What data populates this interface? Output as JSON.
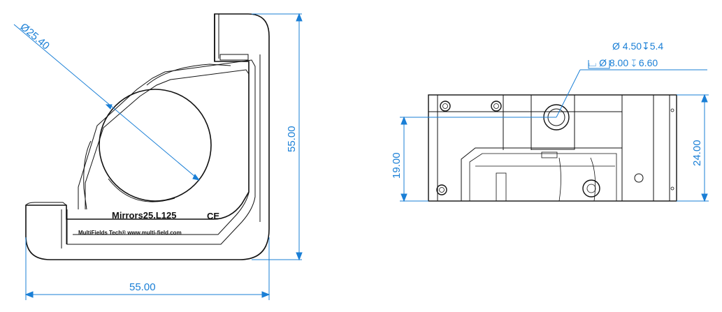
{
  "colors": {
    "dimension": "#1a7fd6",
    "outline": "#111111",
    "light_line": "#777777",
    "fill": "#ffffff"
  },
  "left_view": {
    "diameter_label": "Ø25.40",
    "width_label": "55.00",
    "height_label": "55.00",
    "model_label": "Mirrors25.L125",
    "ce_mark": "CE",
    "brand_label": "MultiFields Tech® www.multi-field.com"
  },
  "right_view": {
    "hole_label_1": "Ø 4.50↧5.4",
    "hole_label_2": "⌴ Ø 8.00 ↧ 6.60",
    "left_height_label": "19.00",
    "right_height_label": "24.00"
  }
}
